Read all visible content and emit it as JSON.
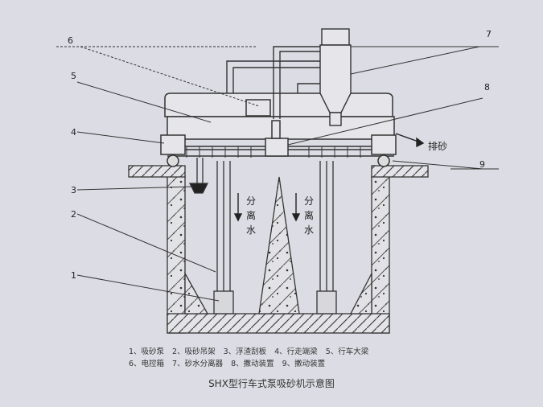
{
  "diagram": {
    "callouts": [
      "1",
      "2",
      "3",
      "4",
      "5",
      "6",
      "7",
      "8",
      "9"
    ],
    "flow_labels": {
      "separated_water_left": [
        "分",
        "离",
        "水"
      ],
      "separated_water_right": [
        "分",
        "离",
        "水"
      ],
      "sand_discharge": "排砂"
    },
    "legend": [
      [
        "1、吸砂泵",
        "2、吸砂吊架",
        "3、浮渣刮板",
        "4、行走端梁",
        "5、行车大梁"
      ],
      [
        "6、电控箱",
        "7、砂水分离器",
        "8、撒动装置",
        "9、撒动装置"
      ]
    ],
    "caption": "SHX型行车式泵吸砂机示意图"
  }
}
